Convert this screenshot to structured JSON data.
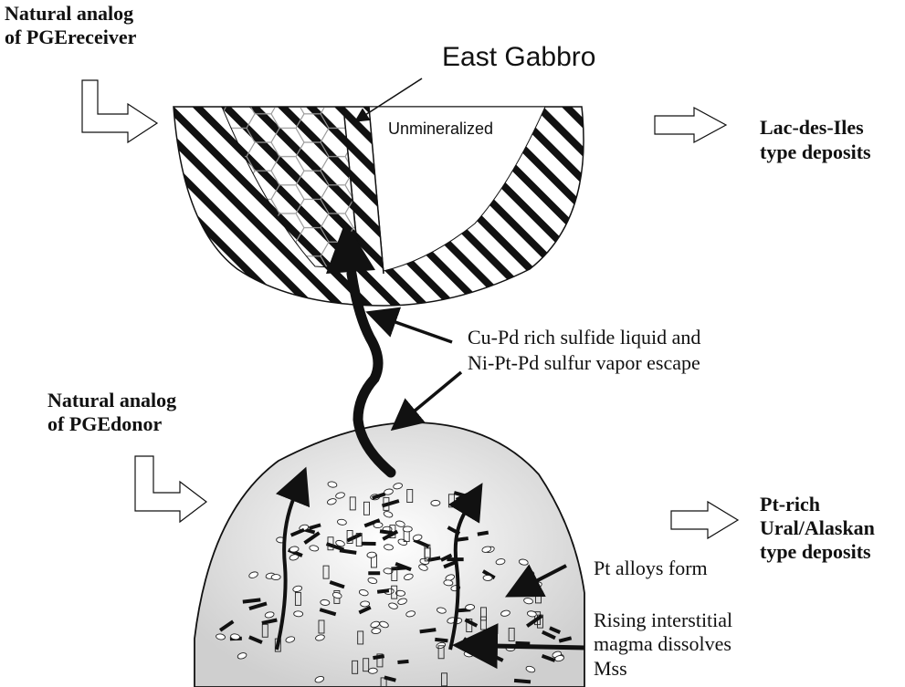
{
  "labels": {
    "receiver_line1": "Natural analog",
    "receiver_line2": "of PGEreceiver",
    "east_gabbro": "East Gabbro",
    "unmineralized": "Unmineralized",
    "lac_line1": "Lac-des-Iles",
    "lac_line2": "type deposits",
    "escape_line1": "Cu-Pd rich sulfide liquid and",
    "escape_line2": "Ni-Pt-Pd sulfur vapor escape",
    "donor_line1": "Natural analog",
    "donor_line2": "of PGEdonor",
    "ural_line1": "Pt-rich",
    "ural_line2": "Ural/Alaskan",
    "ural_line3": "type deposits",
    "pt_alloys": "Pt alloys form",
    "rising_line1": "Rising interstitial",
    "rising_line2": "magma dissolves",
    "rising_line3": "Mss"
  },
  "colors": {
    "ink": "#111111",
    "dome_center": "#ffffff",
    "dome_edge": "#cfcfcf",
    "honeycomb_stroke": "#9a9a9a"
  }
}
